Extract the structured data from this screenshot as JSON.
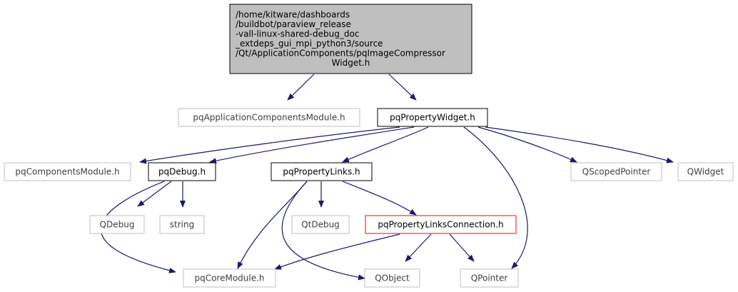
{
  "diagram": {
    "nodes": [
      {
        "id": "root",
        "lines": [
          "/home/kitware/dashboards",
          "/buildbot/paraview_release",
          "-vall-linux-shared-debug_doc",
          "_extdeps_gui_mpi_python3/source",
          "/Qt/ApplicationComponents/pqImageCompressor",
          "Widget.h"
        ],
        "style": "root"
      },
      {
        "id": "appmod",
        "lines": [
          "pqApplicationComponentsModule.h"
        ],
        "style": "external"
      },
      {
        "id": "propwidget",
        "lines": [
          "pqPropertyWidget.h"
        ],
        "style": "internal"
      },
      {
        "id": "compmod",
        "lines": [
          "pqComponentsModule.h"
        ],
        "style": "external"
      },
      {
        "id": "debug",
        "lines": [
          "pqDebug.h"
        ],
        "style": "internal"
      },
      {
        "id": "proplinks",
        "lines": [
          "pqPropertyLinks.h"
        ],
        "style": "internal"
      },
      {
        "id": "scoped",
        "lines": [
          "QScopedPointer"
        ],
        "style": "external"
      },
      {
        "id": "qwidget",
        "lines": [
          "QWidget"
        ],
        "style": "external"
      },
      {
        "id": "qdebug",
        "lines": [
          "QDebug"
        ],
        "style": "external"
      },
      {
        "id": "string",
        "lines": [
          "string"
        ],
        "style": "external"
      },
      {
        "id": "qtdebug",
        "lines": [
          "QtDebug"
        ],
        "style": "external"
      },
      {
        "id": "linksconn",
        "lines": [
          "pqPropertyLinksConnection.h"
        ],
        "style": "truncated"
      },
      {
        "id": "coremod",
        "lines": [
          "pqCoreModule.h"
        ],
        "style": "external"
      },
      {
        "id": "qobject",
        "lines": [
          "QObject"
        ],
        "style": "external"
      },
      {
        "id": "qpointer",
        "lines": [
          "QPointer"
        ],
        "style": "external"
      }
    ],
    "edges": [
      {
        "from": "root",
        "to": "appmod"
      },
      {
        "from": "root",
        "to": "propwidget"
      },
      {
        "from": "propwidget",
        "to": "compmod"
      },
      {
        "from": "propwidget",
        "to": "debug"
      },
      {
        "from": "propwidget",
        "to": "proplinks"
      },
      {
        "from": "propwidget",
        "to": "scoped"
      },
      {
        "from": "propwidget",
        "to": "qwidget"
      },
      {
        "from": "propwidget",
        "to": "qpointer"
      },
      {
        "from": "debug",
        "to": "qdebug"
      },
      {
        "from": "debug",
        "to": "string"
      },
      {
        "from": "debug",
        "to": "coremod"
      },
      {
        "from": "proplinks",
        "to": "qtdebug"
      },
      {
        "from": "proplinks",
        "to": "linksconn"
      },
      {
        "from": "proplinks",
        "to": "coremod"
      },
      {
        "from": "proplinks",
        "to": "qobject"
      },
      {
        "from": "linksconn",
        "to": "coremod"
      },
      {
        "from": "linksconn",
        "to": "qobject"
      },
      {
        "from": "linksconn",
        "to": "qpointer"
      }
    ],
    "colors": {
      "root_fill": "#bfbfbf",
      "root_stroke": "#000000",
      "internal_stroke": "#000000",
      "external_stroke": "#bfbfbf",
      "truncated_stroke": "#ff0000",
      "external_text": "#404040",
      "edge": "#191970"
    }
  }
}
